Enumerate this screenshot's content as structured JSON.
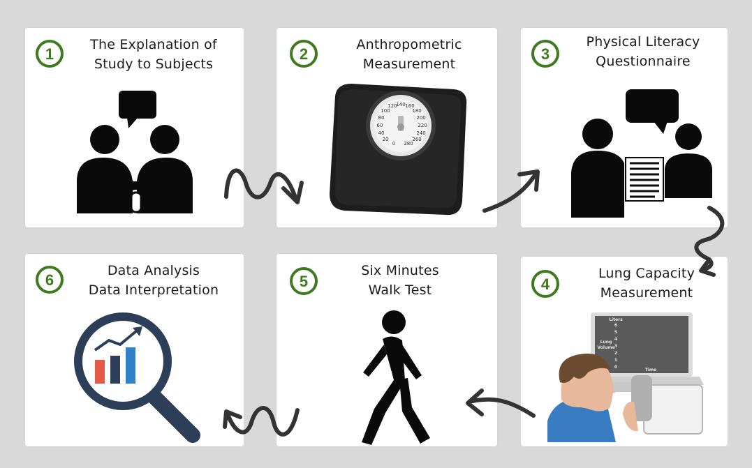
{
  "steps": [
    {
      "number": "1",
      "title_line1": "The Explanation of",
      "title_line2": "Study to Subjects"
    },
    {
      "number": "2",
      "title_line1": "Anthropometric",
      "title_line2": "Measurement"
    },
    {
      "number": "3",
      "title_line1": "Physical Literacy",
      "title_line2": "Questionnaire"
    },
    {
      "number": "4",
      "title_line1": "Lung Capacity",
      "title_line2": "Measurement"
    },
    {
      "number": "5",
      "title_line1": "Six Minutes",
      "title_line2": "Walk Test"
    },
    {
      "number": "6",
      "title_line1": "Data Analysis",
      "title_line2": "Data Interpretation"
    }
  ],
  "scale_dial": [
    "120",
    "140",
    "160",
    "100",
    "180",
    "80",
    "200",
    "60",
    "220",
    "40",
    "240",
    "20",
    "260",
    "0",
    "280"
  ],
  "spirometer": {
    "y_title": "Liters",
    "y_ticks": [
      "6",
      "5",
      "4",
      "3",
      "2",
      "1",
      "0"
    ],
    "y_label_line1": "Lung",
    "y_label_line2": "Volume",
    "x_label": "Time"
  },
  "colors": {
    "badge_green": "#3e7a1e",
    "icon_black": "#0a0a0a",
    "arrow_dark": "#333333",
    "bar_red": "#e55a45",
    "bar_blue": "#2f82c7",
    "lens_blue": "#2c3e58"
  }
}
